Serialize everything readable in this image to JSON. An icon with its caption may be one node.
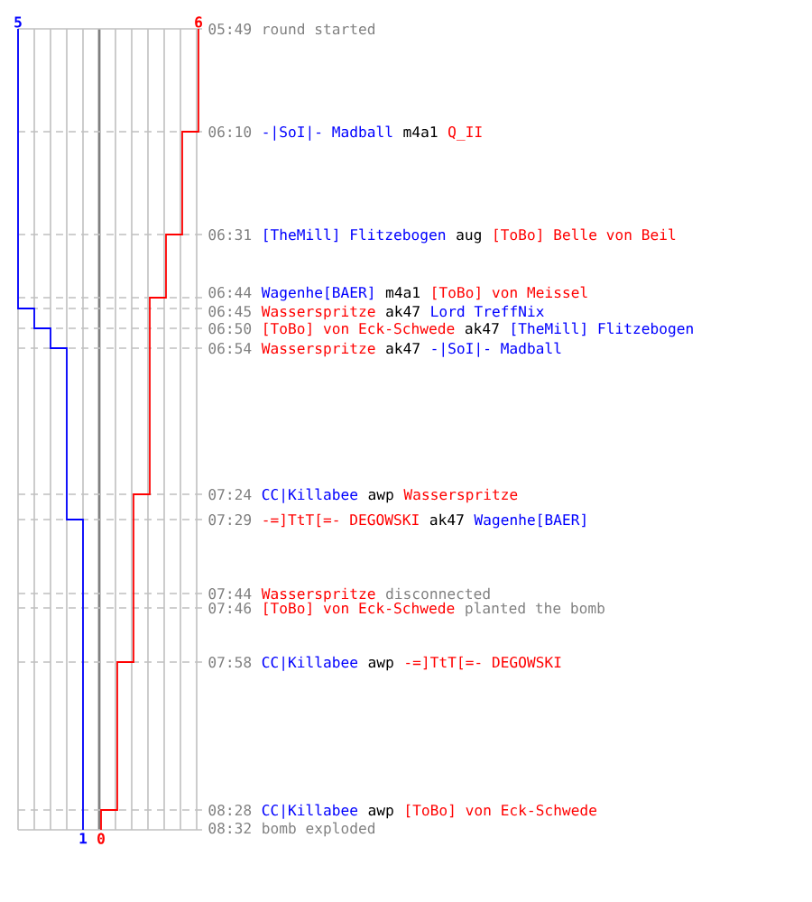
{
  "diagram": {
    "labels": [
      "5",
      "6",
      "05:49",
      "round started",
      "06:10",
      "-|SoI|- Madball",
      "m4a1",
      "Q_II",
      "06:31",
      "[TheMill] Flitzebogen",
      "aug",
      "[ToBo] Belle von Beil",
      "06:44",
      "Wagenhe[BAER]",
      "m4a1",
      "[ToBo] von Meissel",
      "06:45",
      "Wasserspritze",
      "ak47",
      "Lord TreffNix",
      "06:50",
      "[ToBo] von Eck-Schwede",
      "ak47",
      "[TheMill] Flitzebogen",
      "06:54",
      "Wasserspritze",
      "ak47",
      "-|SoI|- Madball",
      "07:24",
      "CC|Killabee",
      "awp",
      "Wasserspritze",
      "07:29",
      "-=]TtT[=- DEGOWSKI",
      "ak47",
      "Wagenhe[BAER]",
      "07:44",
      "Wasserspritze",
      "disconnected",
      "07:46",
      "[ToBo] von Eck-Schwede",
      "planted the bomb",
      "07:58",
      "CC|Killabee",
      "awp",
      "-=]TtT[=- DEGOWSKI",
      "08:28",
      "CC|Killabee",
      "awp",
      "[ToBo] von Eck-Schwede",
      "08:32",
      "bomb exploded",
      "1",
      "0"
    ]
  }
}
